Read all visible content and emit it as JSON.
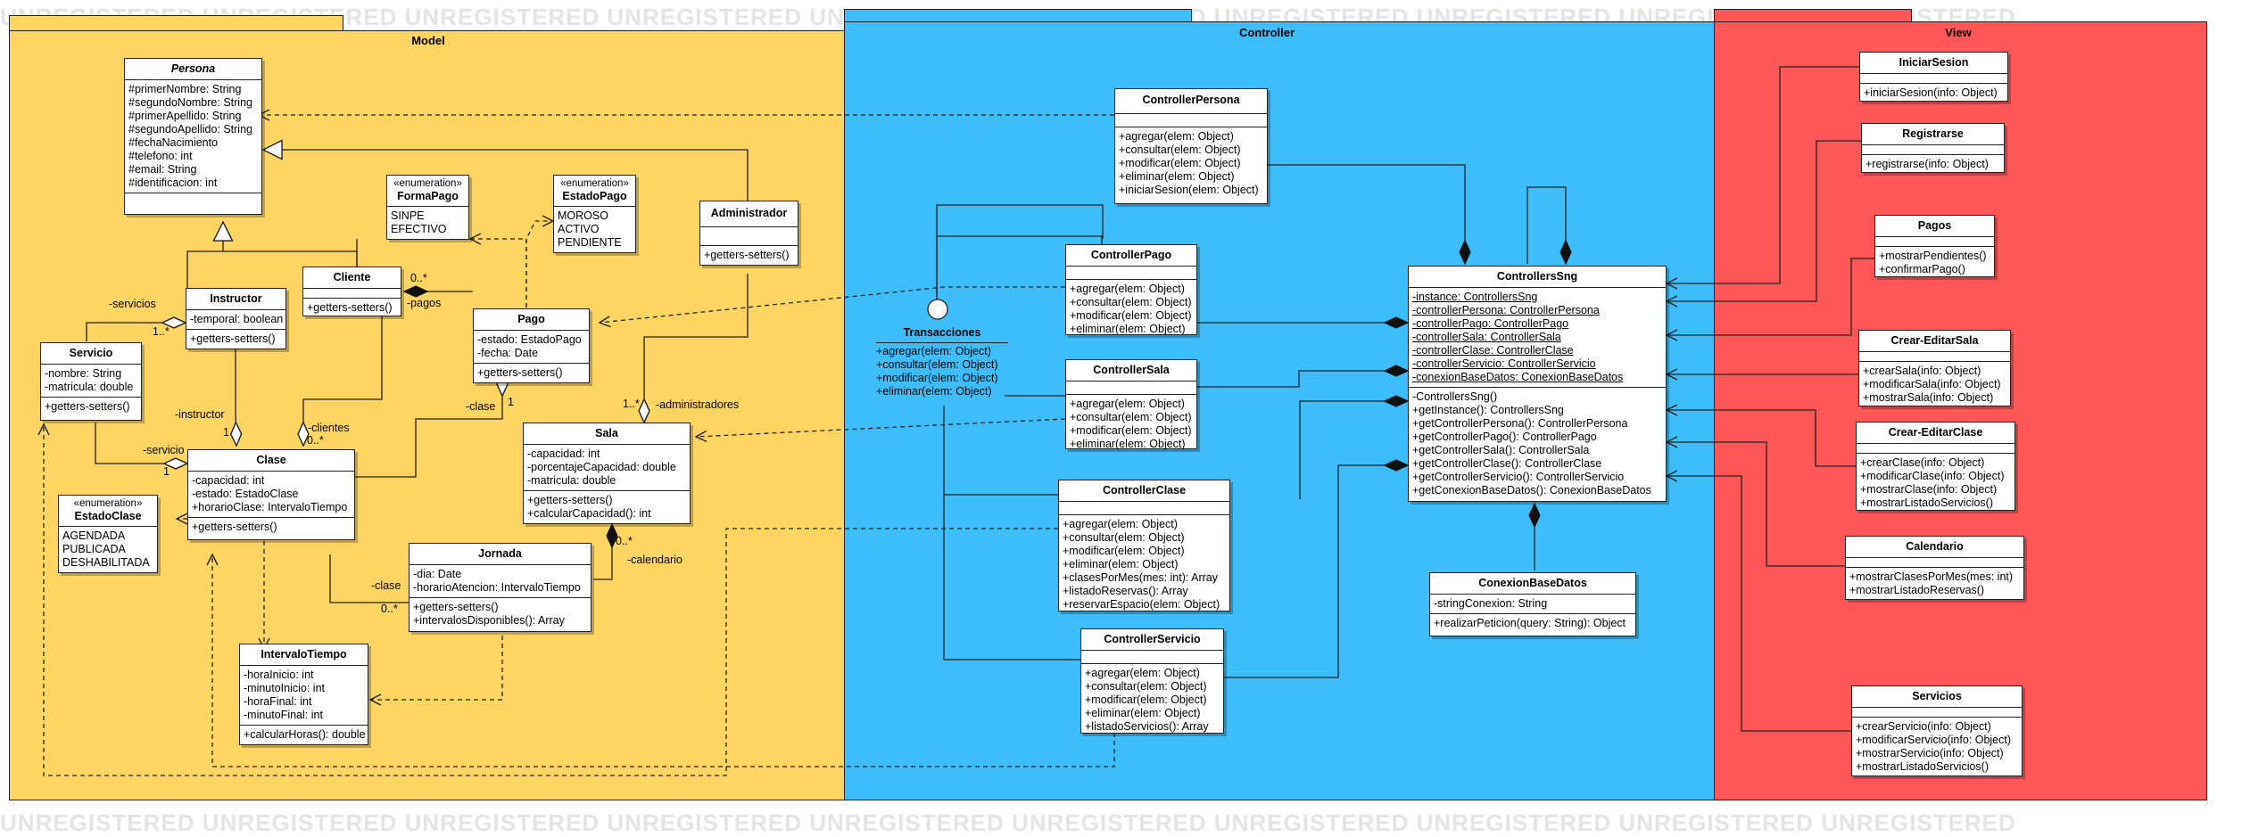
{
  "watermark": "UNREGISTERED UNREGISTERED UNREGISTERED UNREGISTERED UNREGISTERED UNREGISTERED UNREGISTERED UNREGISTERED UNREGISTERED UNREGISTERED",
  "packages": {
    "model": {
      "title": "Model",
      "color": "#FED463"
    },
    "controller": {
      "title": "Controller",
      "color": "#3DBDF9"
    },
    "view": {
      "title": "View",
      "color": "#FF5757"
    }
  },
  "model": {
    "persona": {
      "name": "Persona",
      "attrs": [
        "#primerNombre: String",
        "#segundoNombre: String",
        "#primerApellido: String",
        "#segundoApellido: String",
        "#fechaNacimiento",
        "#telefono: int",
        "#email: String",
        "#identificacion: int"
      ]
    },
    "formaPago": {
      "stereotype": "«enumeration»",
      "name": "FormaPago",
      "values": [
        "SINPE",
        "EFECTIVO"
      ]
    },
    "estadoPago": {
      "stereotype": "«enumeration»",
      "name": "EstadoPago",
      "values": [
        "MOROSO",
        "ACTIVO",
        "PENDIENTE"
      ]
    },
    "administrador": {
      "name": "Administrador",
      "ops": [
        "+getters-setters()"
      ]
    },
    "instructor": {
      "name": "Instructor",
      "attrs": [
        "-temporal: boolean"
      ],
      "ops": [
        "+getters-setters()"
      ]
    },
    "cliente": {
      "name": "Cliente",
      "ops": [
        "+getters-setters()"
      ]
    },
    "pago": {
      "name": "Pago",
      "attrs": [
        "-estado: EstadoPago",
        "-fecha: Date"
      ],
      "ops": [
        "+getters-setters()"
      ]
    },
    "servicio": {
      "name": "Servicio",
      "attrs": [
        "-nombre: String",
        "-matricula: double"
      ],
      "ops": [
        "+getters-setters()"
      ]
    },
    "sala": {
      "name": "Sala",
      "attrs": [
        "-capacidad: int",
        "-porcentajeCapacidad: double",
        "-matricula: double"
      ],
      "ops": [
        "+getters-setters()",
        "+calcularCapacidad(): int"
      ]
    },
    "clase": {
      "name": "Clase",
      "attrs": [
        "-capacidad: int",
        "-estado: EstadoClase",
        "+horarioClase: IntervaloTiempo"
      ],
      "ops": [
        "+getters-setters()"
      ]
    },
    "estadoClase": {
      "stereotype": "«enumeration»",
      "name": "EstadoClase",
      "values": [
        "AGENDADA",
        "PUBLICADA",
        "DESHABILITADA"
      ]
    },
    "jornada": {
      "name": "Jornada",
      "attrs": [
        "-dia: Date",
        "-horarioAtencion: IntervaloTiempo"
      ],
      "ops": [
        "+getters-setters()",
        "+intervalosDisponibles(): Array"
      ]
    },
    "intervaloTiempo": {
      "name": "IntervaloTiempo",
      "attrs": [
        "-horaInicio: int",
        "-minutoInicio: int",
        "-horaFinal: int",
        "-minutoFinal: int"
      ],
      "ops": [
        "+calcularHoras(): double"
      ]
    }
  },
  "controller": {
    "transacciones": {
      "name": "Transacciones",
      "ops": [
        "+agregar(elem: Object)",
        "+consultar(elem: Object)",
        "+modificar(elem: Object)",
        "+eliminar(elem: Object)"
      ]
    },
    "controllerPersona": {
      "name": "ControllerPersona",
      "ops": [
        "+agregar(elem: Object)",
        "+consultar(elem: Object)",
        "+modificar(elem: Object)",
        "+eliminar(elem: Object)",
        "+iniciarSesion(elem: Object)"
      ]
    },
    "controllerPago": {
      "name": "ControllerPago",
      "ops": [
        "+agregar(elem: Object)",
        "+consultar(elem: Object)",
        "+modificar(elem: Object)",
        "+eliminar(elem: Object)"
      ]
    },
    "controllerSala": {
      "name": "ControllerSala",
      "ops": [
        "+agregar(elem: Object)",
        "+consultar(elem: Object)",
        "+modificar(elem: Object)",
        "+eliminar(elem: Object)"
      ]
    },
    "controllerClase": {
      "name": "ControllerClase",
      "ops": [
        "+agregar(elem: Object)",
        "+consultar(elem: Object)",
        "+modificar(elem: Object)",
        "+eliminar(elem: Object)",
        "+clasesPorMes(mes: int): Array",
        "+listadoReservas(): Array",
        "+reservarEspacio(elem: Object)"
      ]
    },
    "controllerServicio": {
      "name": "ControllerServicio",
      "ops": [
        "+agregar(elem: Object)",
        "+consultar(elem: Object)",
        "+modificar(elem: Object)",
        "+eliminar(elem: Object)",
        "+listadoServicios(): Array"
      ]
    },
    "controllersSng": {
      "name": "ControllersSng",
      "attrs": [
        "-instance: ControllersSng",
        "-controllerPersona: ControllerPersona",
        "-controllerPago: ControllerPago",
        "-controllerSala: ControllerSala",
        "-controllerClase: ControllerClase",
        "-controllerServicio: ControllerServicio",
        "-conexionBaseDatos: ConexionBaseDatos"
      ],
      "ops": [
        "-ControllersSng()",
        "+getInstance(): ControllersSng",
        "+getControllerPersona(): ControllerPersona",
        "+getControllerPago(): ControllerPago",
        "+getControllerSala(): ControllerSala",
        "+getControllerClase(): ControllerClase",
        "+getControllerServicio(): ControllerServicio",
        "+getConexionBaseDatos(): ConexionBaseDatos"
      ]
    },
    "conexionBaseDatos": {
      "name": "ConexionBaseDatos",
      "attrs": [
        "-stringConexion: String"
      ],
      "ops": [
        "+realizarPeticion(query: String): Object"
      ]
    }
  },
  "view": {
    "iniciarSesion": {
      "name": "IniciarSesion",
      "ops": [
        "+iniciarSesion(info: Object)"
      ]
    },
    "registrarse": {
      "name": "Registrarse",
      "ops": [
        "+registrarse(info: Object)"
      ]
    },
    "pagos": {
      "name": "Pagos",
      "ops": [
        "+mostrarPendientes()",
        "+confirmarPago()"
      ]
    },
    "crearEditarSala": {
      "name": "Crear-EditarSala",
      "ops": [
        "+crearSala(info: Object)",
        "+modificarSala(info: Object)",
        "+mostrarSala(info: Object)"
      ]
    },
    "crearEditarClase": {
      "name": "Crear-EditarClase",
      "ops": [
        "+crearClase(info: Object)",
        "+modificarClase(info: Object)",
        "+mostrarClase(info: Object)",
        "+mostrarListadoServicios()"
      ]
    },
    "calendario": {
      "name": "Calendario",
      "ops": [
        "+mostrarClasesPorMes(mes: int)",
        "+mostrarListadoReservas()"
      ]
    },
    "servicios": {
      "name": "Servicios",
      "ops": [
        "+crearServicio(info: Object)",
        "+modificarServicio(info: Object)",
        "+mostrarServicio(info: Object)",
        "+mostrarListadoServicios()"
      ]
    }
  },
  "labels": {
    "servicios": "-servicios",
    "mult_1star_a": "1..*",
    "instructor": "-instructor",
    "one_a": "1",
    "servicio": "-servicio",
    "one_b": "1",
    "clientes": "-clientes",
    "zero_star_a": "0..*",
    "pagos": "-pagos",
    "zero_star_b": "0..*",
    "clase": "-clase",
    "one_c": "1",
    "administradores": "-administradores",
    "mult_1star_b": "1..*",
    "calendario": "-calendario",
    "zero_star_c": "0..*",
    "clase2": "-clase",
    "zero_star_d": "0..*"
  }
}
